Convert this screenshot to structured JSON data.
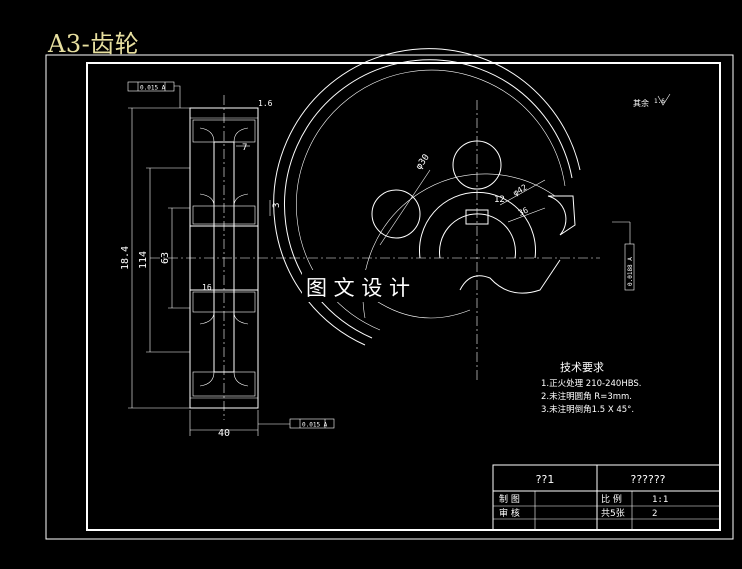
{
  "title": "A3-齿轮",
  "watermark": "图 文 设 计",
  "surface_mark": "其余",
  "roughness_mark": "1.6",
  "dimensions": {
    "width": "40",
    "outer_diameter": "18.4",
    "d_114": "114",
    "d_63": "63",
    "rim": "7",
    "web": "3",
    "hole_phi30": "φ30",
    "key_width": "12",
    "r42": "φ42",
    "d_36": "36",
    "r16": "16"
  },
  "tolerances": {
    "top": "0.015 A",
    "bottom": "0.015 A",
    "right": "0.0188 A"
  },
  "tech": {
    "heading": "技术要求",
    "items": [
      "1.正火处理  210-240HBS.",
      "2.未注明圆角  R=3mm.",
      "3.未注明倒角1.5 X 45°."
    ]
  },
  "title_block": {
    "name": "??1",
    "drawing_no": "??????",
    "drawn_label": "制  图",
    "checked_label": "审  核",
    "scale_label": "比  例",
    "scale_value": "1:1",
    "sheets_label": "共5张",
    "sheet_no": "2"
  }
}
